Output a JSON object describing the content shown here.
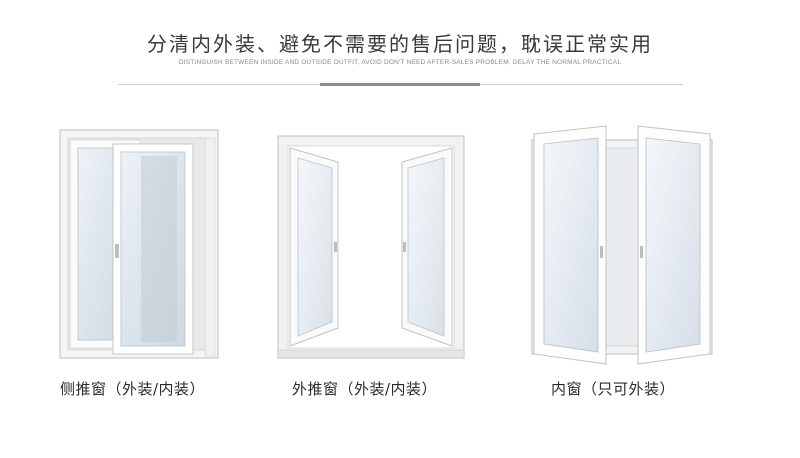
{
  "header": {
    "title": "分清内外装、避免不需要的售后问题，耽误正常实用",
    "subtitle": "DISTINGUISH BETWEEN INSIDE AND OUTSIDE OUTFIT, AVOID DON'T NEED AFTER-SALES PROBLEM, DELAY THE NORMAL PRACTICAL"
  },
  "windows": [
    {
      "caption": "侧推窗（外装/内装）",
      "icon": "sliding-window-icon"
    },
    {
      "caption": "外推窗（外装/内装）",
      "icon": "outward-casement-window-icon"
    },
    {
      "caption": "内窗（只可外装）",
      "icon": "inward-casement-window-icon"
    }
  ],
  "colors": {
    "frame": "#f4f4f4",
    "frame_edge": "#c9c9c9",
    "glass": "#dfe6ee",
    "glass_light": "#f3f6f9",
    "title": "#3a3a3a",
    "divider": "#cfcfcf"
  }
}
